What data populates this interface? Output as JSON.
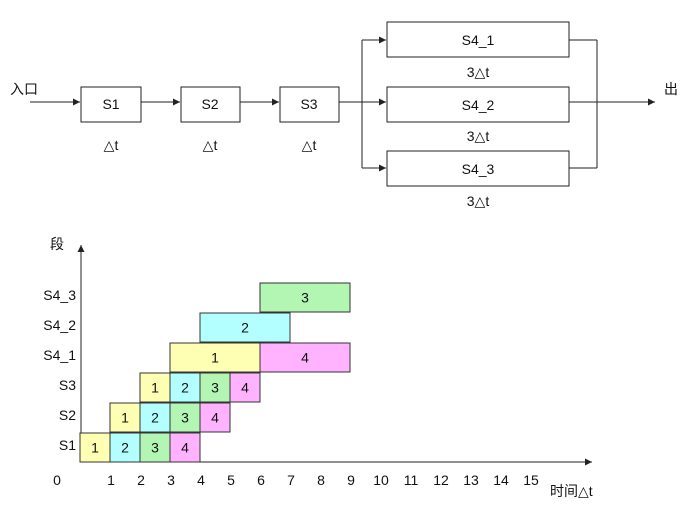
{
  "pipeline": {
    "input_label": "入口",
    "output_label": "出",
    "stages": [
      {
        "name": "S1",
        "time": "△t"
      },
      {
        "name": "S2",
        "time": "△t"
      },
      {
        "name": "S3",
        "time": "△t"
      }
    ],
    "parallel_stages": [
      {
        "name": "S4_1",
        "time": "3△t"
      },
      {
        "name": "S4_2",
        "time": "3△t"
      },
      {
        "name": "S4_3",
        "time": "3△t"
      }
    ]
  },
  "timing": {
    "y_axis_label": "段",
    "x_axis_label": "时间△t",
    "origin_label": "0",
    "x_ticks": [
      "1",
      "2",
      "3",
      "4",
      "5",
      "6",
      "7",
      "8",
      "9",
      "10",
      "11",
      "12",
      "13",
      "14",
      "15"
    ],
    "rows": [
      "S1",
      "S2",
      "S3",
      "S4_1",
      "S4_2",
      "S4_3"
    ],
    "colors": {
      "task1": "#ffffb3",
      "task2": "#b3ffff",
      "task3": "#b3f5b3",
      "task4": "#ffb3ff"
    },
    "blocks": [
      {
        "row": "S1",
        "task": "1",
        "start": 0,
        "end": 1
      },
      {
        "row": "S1",
        "task": "2",
        "start": 1,
        "end": 2
      },
      {
        "row": "S1",
        "task": "3",
        "start": 2,
        "end": 3
      },
      {
        "row": "S1",
        "task": "4",
        "start": 3,
        "end": 4
      },
      {
        "row": "S2",
        "task": "1",
        "start": 1,
        "end": 2
      },
      {
        "row": "S2",
        "task": "2",
        "start": 2,
        "end": 3
      },
      {
        "row": "S2",
        "task": "3",
        "start": 3,
        "end": 4
      },
      {
        "row": "S2",
        "task": "4",
        "start": 4,
        "end": 5
      },
      {
        "row": "S3",
        "task": "1",
        "start": 2,
        "end": 3
      },
      {
        "row": "S3",
        "task": "2",
        "start": 3,
        "end": 4
      },
      {
        "row": "S3",
        "task": "3",
        "start": 4,
        "end": 5
      },
      {
        "row": "S3",
        "task": "4",
        "start": 5,
        "end": 6
      },
      {
        "row": "S4_1",
        "task": "1",
        "start": 3,
        "end": 6
      },
      {
        "row": "S4_1",
        "task": "4",
        "start": 6,
        "end": 9
      },
      {
        "row": "S4_2",
        "task": "2",
        "start": 4,
        "end": 7
      },
      {
        "row": "S4_3",
        "task": "3",
        "start": 6,
        "end": 9
      }
    ]
  }
}
